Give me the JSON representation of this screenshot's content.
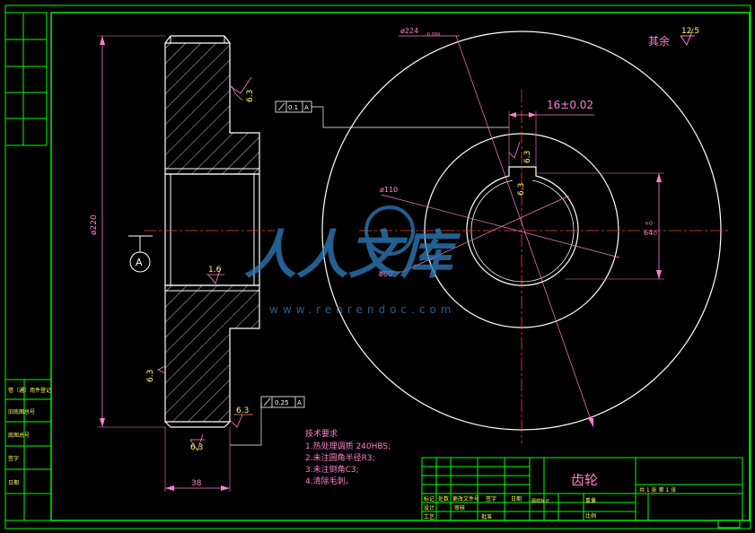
{
  "colors": {
    "background": "#000000",
    "outline": "#ffffff",
    "frame": "#00ff00",
    "dimension": "#ff7fd0",
    "centerline": "#ff3b3b",
    "text_yellow": "#ffff66",
    "hatch": "#ffffff",
    "watermark": "#2f7fbf"
  },
  "side_view": {
    "surface_top": "6.3",
    "surface_left": "6.3",
    "surface_bottom": "6.3",
    "surface_hub": "6.3",
    "bore_finish": "1.6",
    "dia_220": "ø220",
    "width_38": "38",
    "datum": "A",
    "tol_top_value": "0.1",
    "tol_top_datum": "A",
    "tol_bottom_value": "0.25",
    "tol_bottom_datum": "A"
  },
  "front_view": {
    "dia_224": "ø224",
    "dia_224_tol": "-0.099",
    "key_width": "16±0.02",
    "dia_110": "ø110",
    "dia_60": "ø60",
    "bore_dim": "64",
    "bore_tol_upper": "+0",
    "bore_tol_lower": "-0",
    "key_surface_1": "6.3",
    "key_surface_2": "6.3",
    "rest_label": "其余",
    "rest_value": "12.5"
  },
  "tech_notes": {
    "title": "技术要求",
    "items": [
      "1.热处理调质 240HBS;",
      "2.未注圆角半径R3;",
      "3.未注倒角C3;",
      "4.清除毛刺。"
    ]
  },
  "title_block": {
    "part_name": "齿轮",
    "sheet_info": "共 1 张  第 1 张",
    "row_labels": [
      "标记",
      "处数",
      "更改文件号",
      "签字",
      "日期"
    ],
    "design": "设计",
    "check": "审核",
    "process": "工艺",
    "approve": "批准",
    "material_mark": "图样标记",
    "weight": "重量",
    "scale": "比例",
    "left_cells": [
      "借（通）用件登记",
      "旧底图总号",
      "底图总号",
      "签字",
      "日期"
    ]
  },
  "watermark": {
    "text": "人人文库",
    "url": "www.renrendoc.com"
  }
}
